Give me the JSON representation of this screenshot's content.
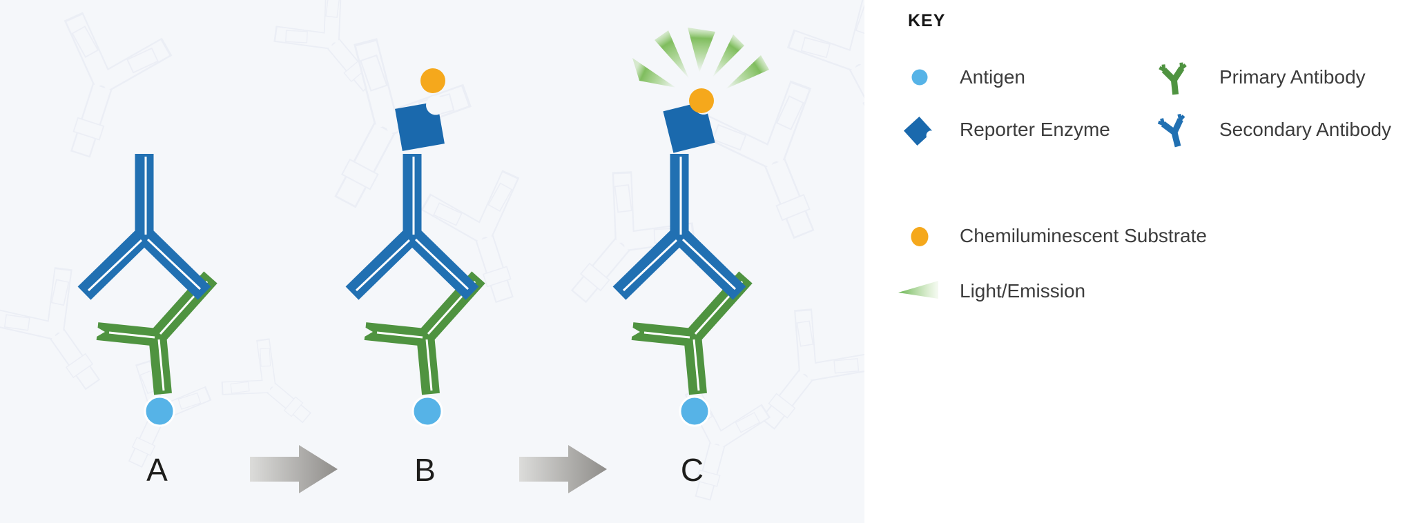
{
  "diagram": {
    "stages": [
      {
        "label": "A",
        "description_icon": "antibody-complex"
      },
      {
        "label": "B",
        "description_icon": "antibody-complex-with-enzyme-substrate"
      },
      {
        "label": "C",
        "description_icon": "antibody-complex-emitting-light"
      }
    ],
    "arrows": [
      {
        "icon": "right-arrow"
      },
      {
        "icon": "right-arrow"
      }
    ]
  },
  "key": {
    "title": "KEY",
    "items": [
      {
        "label": "Antigen",
        "icon": "antigen-circle-icon",
        "color": "#56b3e7"
      },
      {
        "label": "Primary Antibody",
        "icon": "primary-antibody-icon",
        "color": "#4f9340"
      },
      {
        "label": "Reporter Enzyme",
        "icon": "reporter-enzyme-icon",
        "color": "#1a69ad"
      },
      {
        "label": "Secondary Antibody",
        "icon": "secondary-antibody-icon",
        "color": "#2170b2"
      },
      {
        "label": "Chemiluminescent Substrate",
        "icon": "substrate-circle-icon",
        "color": "#f5a81c"
      },
      {
        "label": "Light/Emission",
        "icon": "light-emission-icon",
        "color": "#7cbf52"
      }
    ]
  },
  "colors": {
    "antibody_blue": "#2170b2",
    "antibody_green": "#4f9340",
    "antigen_blue": "#56b3e7",
    "enzyme_blue": "#1a69ad",
    "substrate_orange": "#f5a81c",
    "ray_green": "#7cbf52",
    "background": "#f5f7fa",
    "wm_line": "#e2e7f0",
    "label_text": "#1d1d1b",
    "arrow_light": "#dcdcda",
    "arrow_dark": "#8f8d8a"
  }
}
